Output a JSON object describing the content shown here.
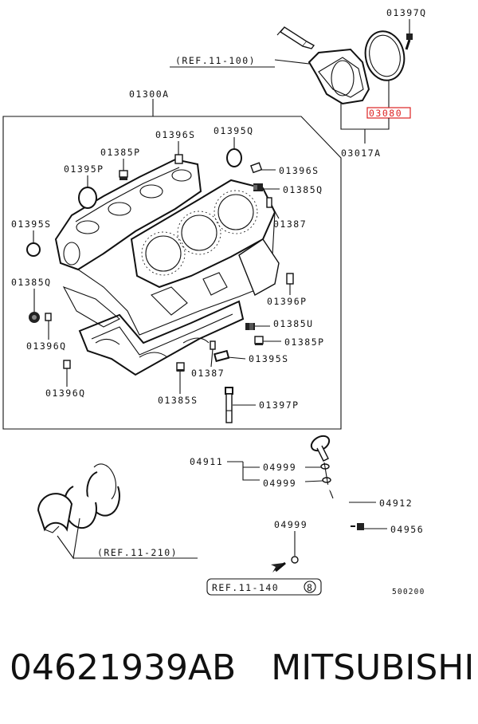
{
  "labels": {
    "p01397Q": "01397Q",
    "ref11100": "(REF.11-100)",
    "p03080": "03080",
    "p03017A": "03017A",
    "p01300A": "01300A",
    "p01396S_a": "01396S",
    "p01395Q_a": "01395Q",
    "p01385P_a": "01385P",
    "p01395P": "01395P",
    "p01396S_b": "01396S",
    "p01385Q_a": "01385Q",
    "p01395S_a": "01395S",
    "p01387_a": "01387",
    "p01385Q_b": "01385Q",
    "p01396P": "01396P",
    "p01385U": "01385U",
    "p01396Q_a": "01396Q",
    "p01385P_b": "01385P",
    "p01395S_b": "01395S",
    "p01387_b": "01387",
    "p01396Q_b": "01396Q",
    "p01385S": "01385S",
    "p01397P": "01397P",
    "p04911": "04911",
    "p04999_a": "04999",
    "p04999_b": "04999",
    "p04912": "04912",
    "p04999_c": "04999",
    "p04956": "04956",
    "ref11210": "(REF.11-210)",
    "ref11140": "REF.11-140",
    "ref11140_circle": "8",
    "drawing_code": "500200"
  },
  "caption": {
    "part_number": "04621939AB",
    "brand": "MITSUBISHI"
  },
  "colors": {
    "highlight": "#dd2222",
    "ink": "#111111"
  }
}
